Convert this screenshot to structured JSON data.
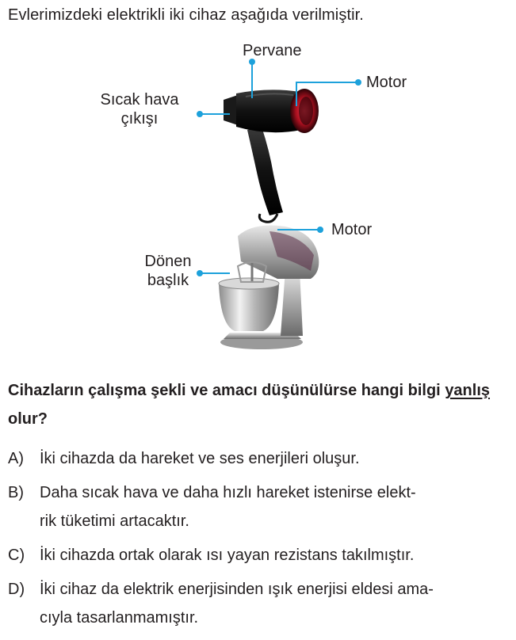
{
  "intro": "Evlerimizdeki elektrikli iki cihaz aşağıda verilmiştir.",
  "dryer_labels": {
    "fan": "Pervane",
    "motor": "Motor",
    "hot_air_line1": "Sıcak hava",
    "hot_air_line2": "çıkışı"
  },
  "mixer_labels": {
    "motor": "Motor",
    "head_line1": "Dönen",
    "head_line2": "başlık"
  },
  "question": {
    "part1": "Cihazların çalışma şekli ve amacı düşünülürse hangi bilgi ",
    "underlined": "yanlış",
    "part2": " olur?"
  },
  "options": [
    {
      "letter": "A)",
      "line1": "İki cihazda da hareket ve ses enerjileri oluşur.",
      "line2": ""
    },
    {
      "letter": "B)",
      "line1": "Daha sıcak hava ve daha hızlı hareket istenirse elekt-",
      "line2": "rik tüketimi artacaktır."
    },
    {
      "letter": "C)",
      "line1": "İki cihazda ortak olarak ısı yayan rezistans takılmıştır.",
      "line2": ""
    },
    {
      "letter": "D)",
      "line1": "İki cihaz da elektrik enerjisinden ışık enerjisi eldesi ama-",
      "line2": "cıyla tasarlanmamıştır."
    }
  ],
  "colors": {
    "leader": "#1da1db",
    "text": "#231f20",
    "dryer_accent": "#c0182a"
  }
}
